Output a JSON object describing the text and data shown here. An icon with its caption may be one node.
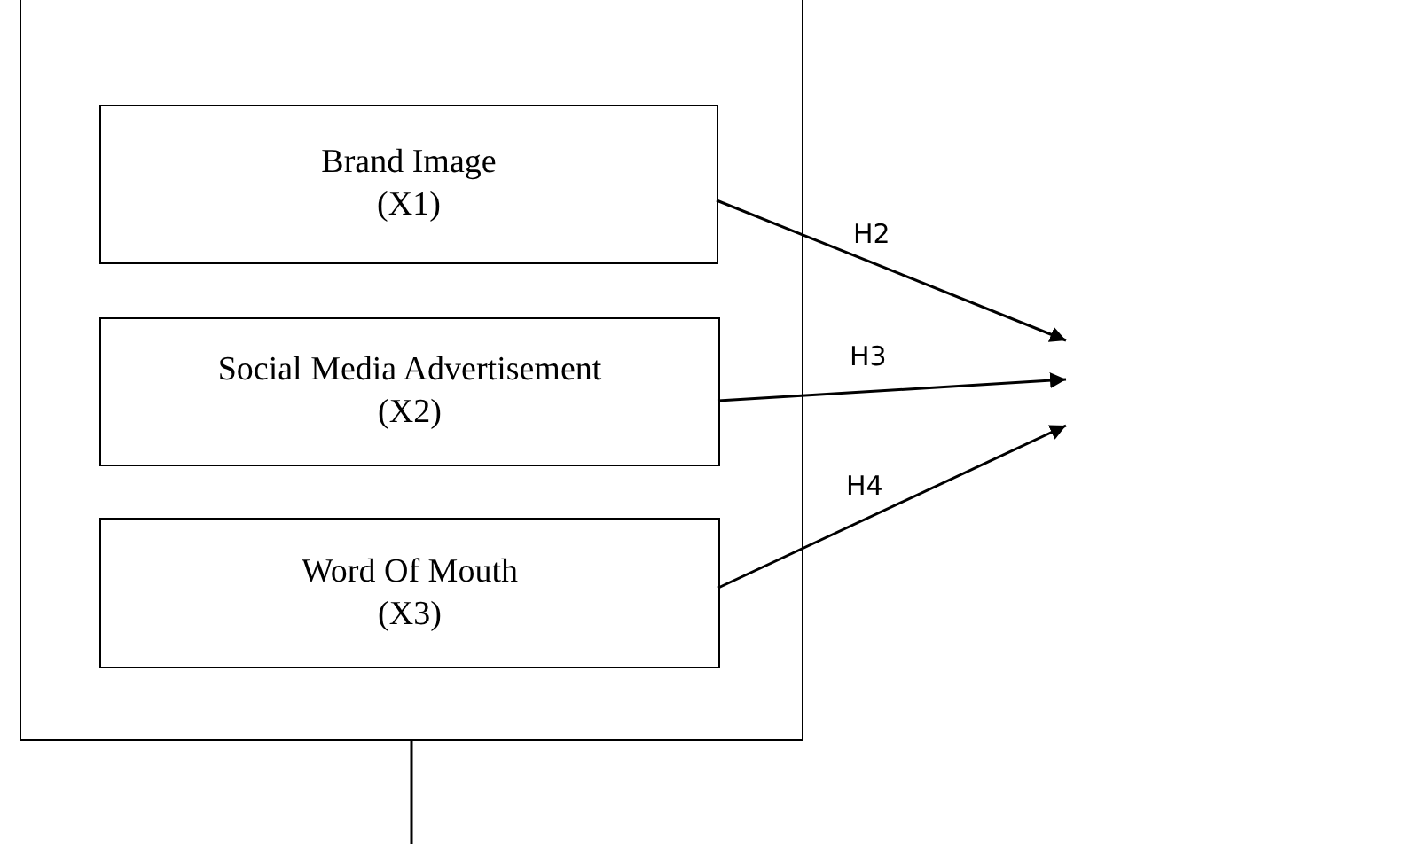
{
  "diagram": {
    "nodes": [
      {
        "text": [],
        "shape": "box"
      },
      {
        "text": [
          "Brand Image",
          "(X1)"
        ],
        "in": 0
      },
      {
        "text": [
          "Social Media Advertisement",
          "(X2)"
        ],
        "in": 0
      },
      {
        "text": [
          "Word Of Mouth",
          "(X3)"
        ],
        "in": 0
      }
    ],
    "edges": [
      {
        "from": 1,
        "to": null,
        "arrow": "to",
        "label": "H2"
      },
      {
        "from": 2,
        "to": null,
        "arrow": "to",
        "label": "H3"
      },
      {
        "from": 3,
        "to": null,
        "arrow": "to",
        "label": "H4"
      },
      {
        "from": 0,
        "to": null,
        "arrow": "none"
      }
    ]
  }
}
